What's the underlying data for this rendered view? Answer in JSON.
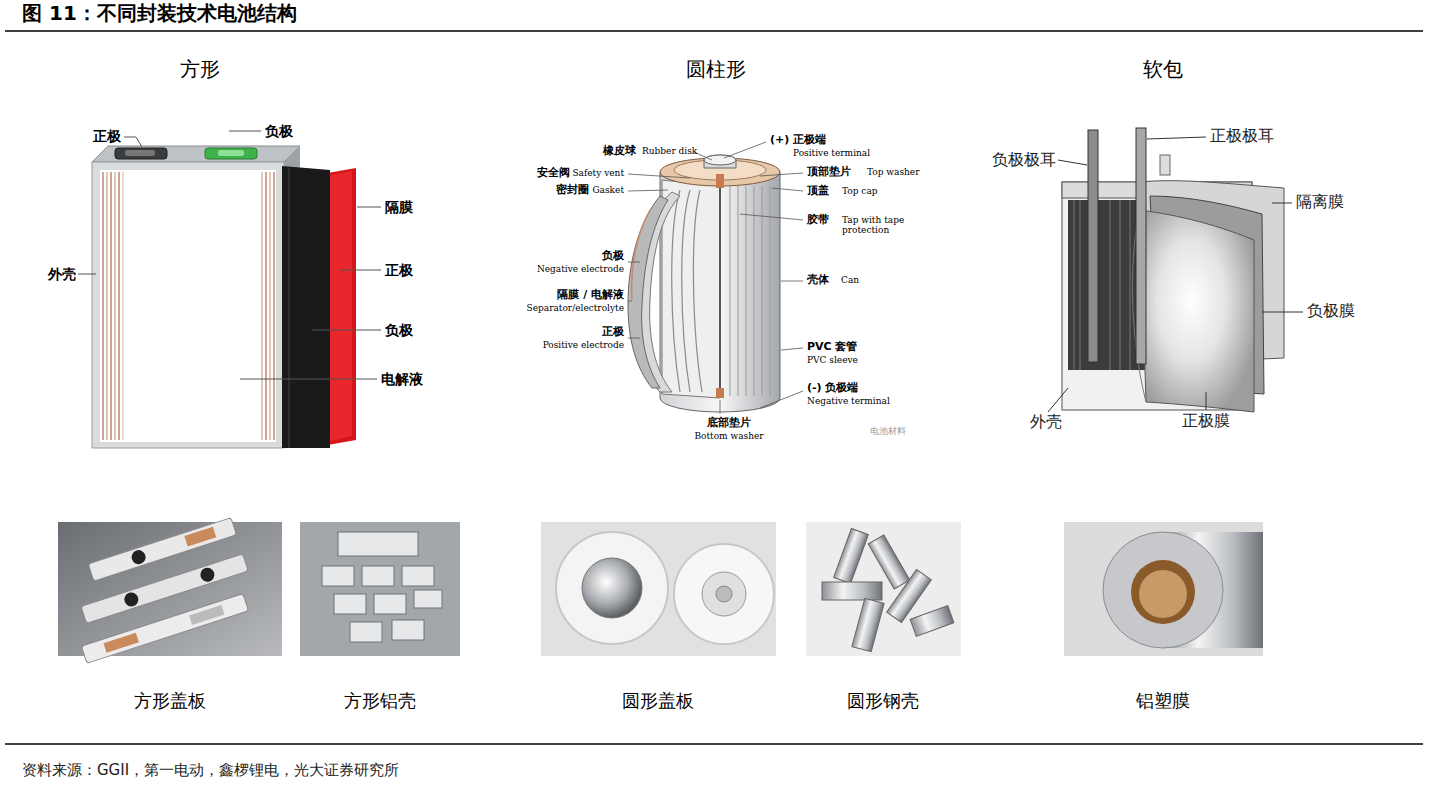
{
  "diagram": {
    "title": "图 11：不同封装技术电池结构",
    "caption": "资料来源：GGII，第一电动，鑫椤锂电，光大证券研究所",
    "labels": [
      "方形",
      "圆柱形",
      "软包",
      "正极",
      "负极",
      "隔膜",
      "正极",
      "负极",
      "外壳",
      "电解液",
      "(+) 正极端",
      "Positive terminal",
      "橡皮球",
      "Rubber disk",
      "安全阀",
      "Safety vent",
      "顶部垫片",
      "Top washer",
      "密封圈",
      "Gasket",
      "顶盖",
      "Top cap",
      "胶带",
      "Tap with tape protection",
      "负极",
      "Negative electrode",
      "壳体",
      "Can",
      "隔膜 / 电解液",
      "Separator/electrolyte",
      "正极",
      "Positive electrode",
      "PVC 套管",
      "PVC sleeve",
      "(-) 负极端",
      "Negative terminal",
      "底部垫片",
      "Bottom washer",
      "电池材料",
      "负极极耳",
      "正极极耳",
      "隔离膜",
      "负极膜",
      "外壳",
      "正极膜",
      "方形盖板",
      "方形铝壳",
      "圆形盖板",
      "圆形钢壳",
      "铝塑膜"
    ]
  }
}
